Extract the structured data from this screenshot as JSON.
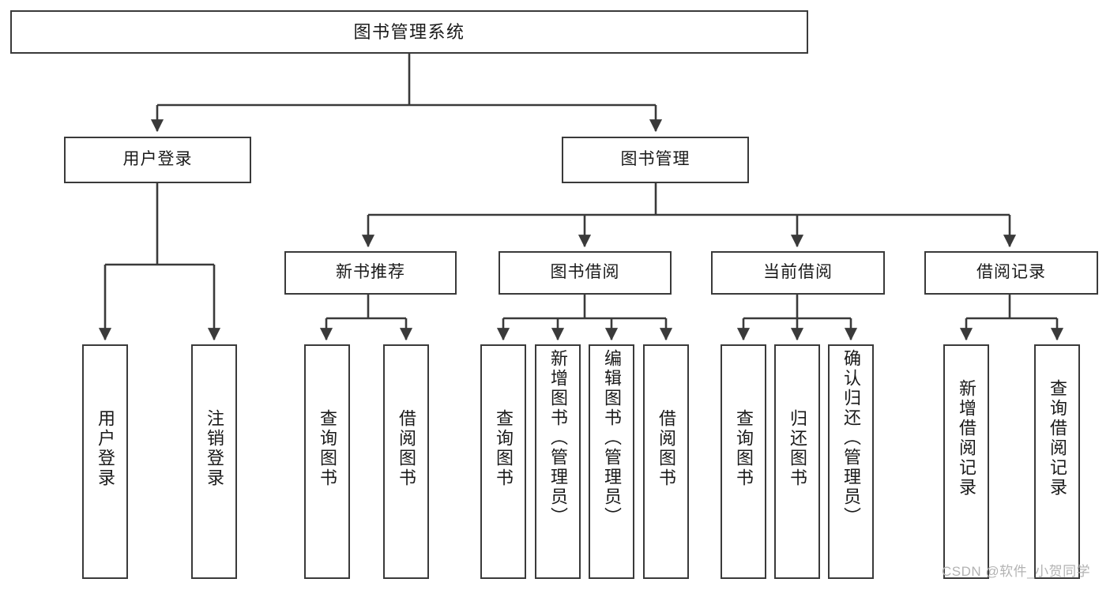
{
  "diagram": {
    "title": "图书管理系统",
    "type": "tree",
    "watermark": "CSDN @软件_小贺同学",
    "colors": {
      "box_border": "#3a3a3a",
      "box_fill": "#ffffff",
      "edge": "#3a3a3a",
      "text": "#1a1a1a",
      "watermark": "#b3b3b3",
      "background": "#ffffff"
    },
    "levels": {
      "root": "图书管理系统",
      "level2": [
        "用户登录",
        "图书管理"
      ],
      "level3": [
        "新书推荐",
        "图书借阅",
        "当前借阅",
        "借阅记录"
      ]
    }
  },
  "nodes": {
    "root": {
      "label": "图书管理系统"
    },
    "user_login": {
      "label": "用户登录"
    },
    "book_manage": {
      "label": "图书管理"
    },
    "new_book_rec": {
      "label": "新书推荐"
    },
    "book_borrow": {
      "label": "图书借阅"
    },
    "current_borrow": {
      "label": "当前借阅"
    },
    "borrow_record": {
      "label": "借阅记录"
    },
    "leaf_user_login": {
      "label": "用户登录"
    },
    "leaf_logout": {
      "label": "注销登录"
    },
    "leaf_query_book_1": {
      "label": "查询图书"
    },
    "leaf_borrow_book_1": {
      "label": "借阅图书"
    },
    "leaf_query_book_2": {
      "label": "查询图书"
    },
    "leaf_add_book": {
      "label": "新增图书（管理员）"
    },
    "leaf_edit_book": {
      "label": "编辑图书（管理员）"
    },
    "leaf_borrow_book_2": {
      "label": "借阅图书"
    },
    "leaf_query_book_3": {
      "label": "查询图书"
    },
    "leaf_return_book": {
      "label": "归还图书"
    },
    "leaf_confirm_return": {
      "label": "确认归还（管理员）"
    },
    "leaf_add_record": {
      "label": "新增借阅记录"
    },
    "leaf_query_record": {
      "label": "查询借阅记录"
    }
  },
  "edges": [
    {
      "from": "root",
      "to": "user_login"
    },
    {
      "from": "root",
      "to": "book_manage"
    },
    {
      "from": "user_login",
      "to": "leaf_user_login"
    },
    {
      "from": "user_login",
      "to": "leaf_logout"
    },
    {
      "from": "book_manage",
      "to": "new_book_rec"
    },
    {
      "from": "book_manage",
      "to": "book_borrow"
    },
    {
      "from": "book_manage",
      "to": "current_borrow"
    },
    {
      "from": "book_manage",
      "to": "borrow_record"
    },
    {
      "from": "new_book_rec",
      "to": "leaf_query_book_1"
    },
    {
      "from": "new_book_rec",
      "to": "leaf_borrow_book_1"
    },
    {
      "from": "book_borrow",
      "to": "leaf_query_book_2"
    },
    {
      "from": "book_borrow",
      "to": "leaf_add_book"
    },
    {
      "from": "book_borrow",
      "to": "leaf_edit_book"
    },
    {
      "from": "book_borrow",
      "to": "leaf_borrow_book_2"
    },
    {
      "from": "current_borrow",
      "to": "leaf_query_book_3"
    },
    {
      "from": "current_borrow",
      "to": "leaf_return_book"
    },
    {
      "from": "current_borrow",
      "to": "leaf_confirm_return"
    },
    {
      "from": "borrow_record",
      "to": "leaf_add_record"
    },
    {
      "from": "borrow_record",
      "to": "leaf_query_record"
    }
  ]
}
